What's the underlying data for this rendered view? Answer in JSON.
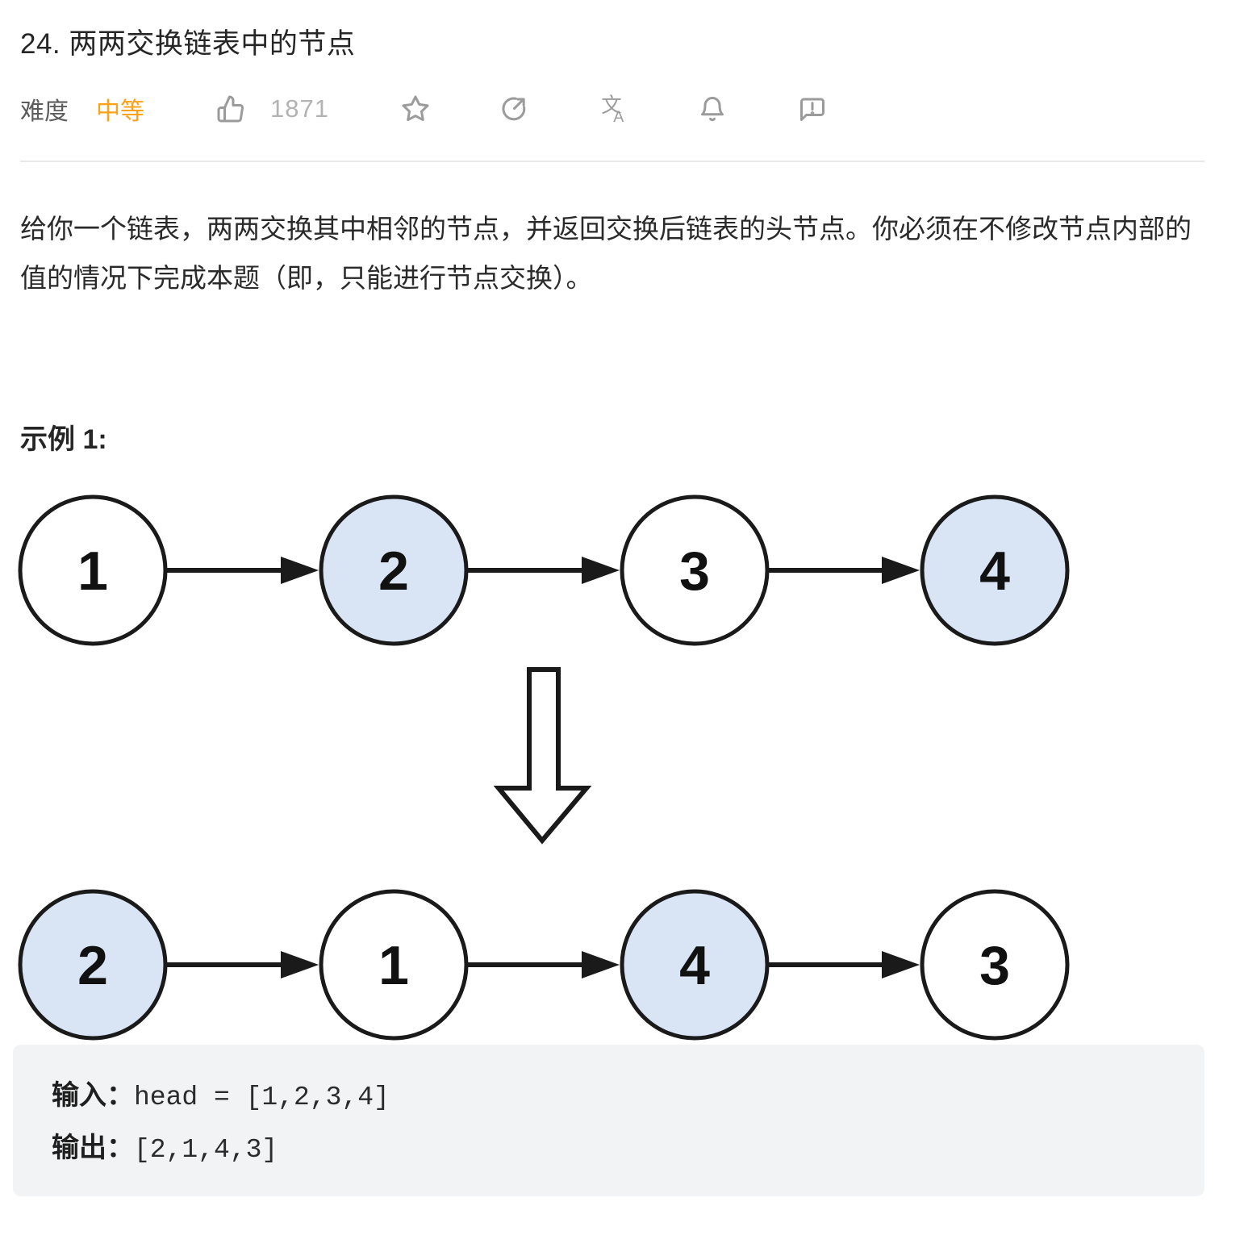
{
  "header": {
    "title": "24. 两两交换链表中的节点"
  },
  "meta": {
    "difficulty_label": "难度",
    "difficulty_value": "中等",
    "likes_count": "1871",
    "icons": [
      {
        "name": "thumbs-up-icon"
      },
      {
        "name": "star-icon"
      },
      {
        "name": "random-refresh-icon"
      },
      {
        "name": "translate-icon"
      },
      {
        "name": "bell-icon"
      },
      {
        "name": "feedback-icon"
      }
    ],
    "translate_glyph_cjk": "文",
    "translate_glyph_latin": "A",
    "feedback_glyph": "!"
  },
  "description": "给你一个链表，两两交换其中相邻的节点，并返回交换后链表的头节点。你必须在不修改节点内部的值的情况下完成本题（即，只能进行节点交换）。",
  "example_heading": "示例 1:",
  "diagram": {
    "before": [
      {
        "value": "1",
        "highlighted": false
      },
      {
        "value": "2",
        "highlighted": true
      },
      {
        "value": "3",
        "highlighted": false
      },
      {
        "value": "4",
        "highlighted": true
      }
    ],
    "after": [
      {
        "value": "2",
        "highlighted": true
      },
      {
        "value": "1",
        "highlighted": false
      },
      {
        "value": "4",
        "highlighted": true
      },
      {
        "value": "3",
        "highlighted": false
      }
    ],
    "highlight_fill": "#d9e4f5",
    "node_fill": "#ffffff",
    "node_stroke": "#1a1a1a"
  },
  "example": {
    "input_label": "输入：",
    "input_value": "head = [1,2,3,4]",
    "output_label": "输出：",
    "output_value": "[2,1,4,3]"
  },
  "colors": {
    "accent_orange": "#ffa116",
    "icon_gray": "#9b9b9b",
    "box_background": "#f2f3f4",
    "separator": "#e9e9e9"
  }
}
